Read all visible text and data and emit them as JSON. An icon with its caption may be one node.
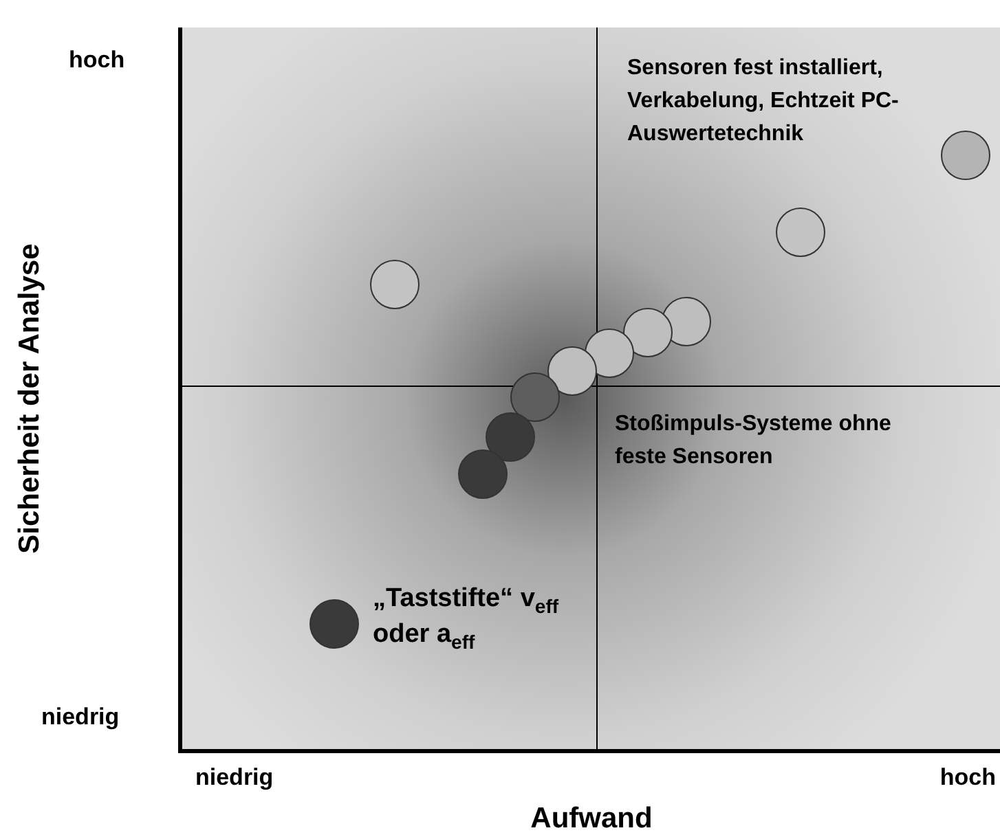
{
  "diagram": {
    "nodes": [
      {
        "text": [],
        "shape": "circle"
      },
      {
        "text": [],
        "shape": "circle"
      },
      {
        "text": [],
        "shape": "circle"
      },
      {
        "text": [],
        "shape": "circle"
      },
      {
        "text": [],
        "shape": "circle"
      },
      {
        "text": [],
        "shape": "circle"
      },
      {
        "text": [],
        "shape": "circle"
      },
      {
        "text": [],
        "shape": "circle"
      },
      {
        "text": [],
        "shape": "circle"
      },
      {
        "text": [],
        "shape": "circle"
      },
      {
        "text": [],
        "shape": "circle",
        "beside": [
          "„Taststifte“ v$_{eff}$ oder a$_{eff}$"
        ]
      }
    ],
    "labels": [
      "hoch",
      "Sensoren fest installiert, Verkabelung, Echtzeit PC-Auswertetechnik",
      "Sicherheit der Analyse",
      "Stoßimpuls-Systeme ohne feste Sensoren",
      "niedrig",
      "niedrig",
      "hoch",
      "Aufwand"
    ]
  }
}
